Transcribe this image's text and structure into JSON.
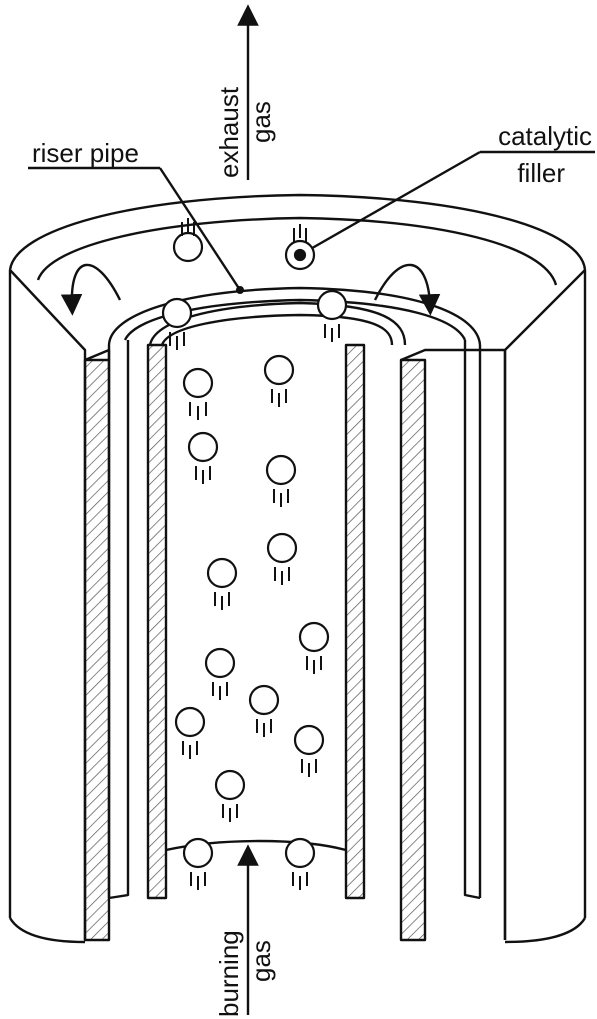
{
  "labels": {
    "riser_pipe": "riser pipe",
    "catalytic_filler": [
      "catalytic",
      "filler"
    ],
    "exhaust_gas": [
      "exhaust",
      "gas"
    ],
    "burning_gas": [
      "burning",
      "gas"
    ]
  },
  "colors": {
    "line": "#111111",
    "background": "#ffffff"
  }
}
